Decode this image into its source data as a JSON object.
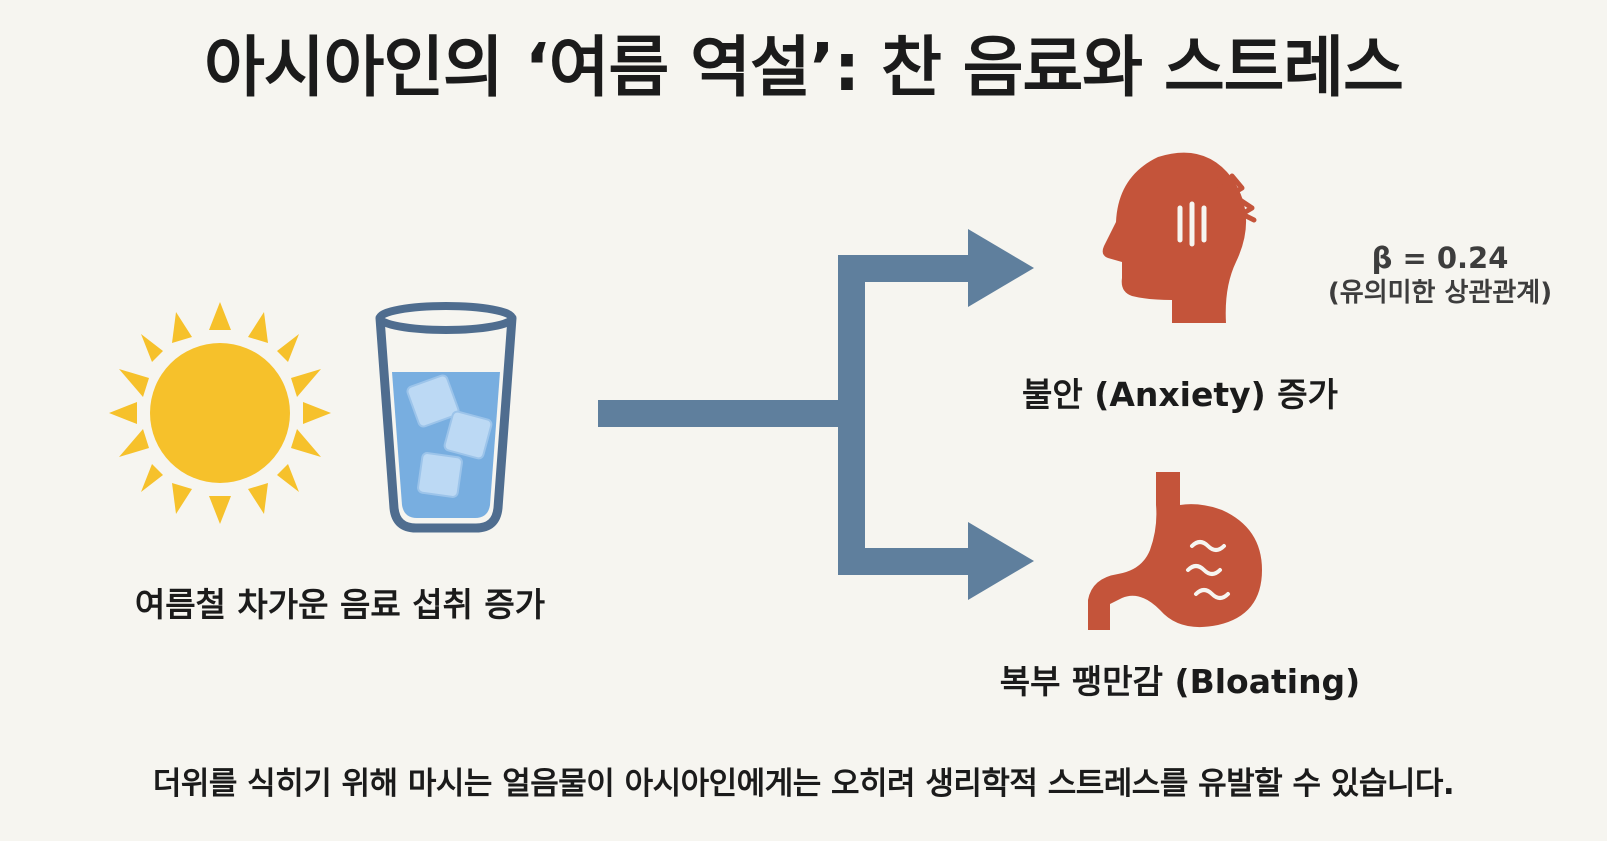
{
  "title": "아시아인의 ‘여름 역설’: 찬 음료와 스트레스",
  "left_label": "여름철 차가운 음료 섭취 증가",
  "outcomes": {
    "anxiety": "불안 (Anxiety) 증가",
    "bloating": "복부 팽만감 (Bloating)"
  },
  "stat": {
    "beta": "β = 0.24",
    "note": "(유의미한 상관관계)"
  },
  "footer": "더위를 식히기 위해 마시는 얼음물이 아시아인에게는 오히려 생리학적 스트레스를 유발할 수 있습니다.",
  "colors": {
    "background": "#f6f5f0",
    "sun": "#f6c12b",
    "glass_outline": "#4f6d8f",
    "water": "#78aee0",
    "arrow": "#5f7f9d",
    "organ": "#c4543a"
  },
  "icons": [
    "sun-icon",
    "ice-water-glass-icon",
    "head-anxiety-icon",
    "stomach-icon"
  ]
}
